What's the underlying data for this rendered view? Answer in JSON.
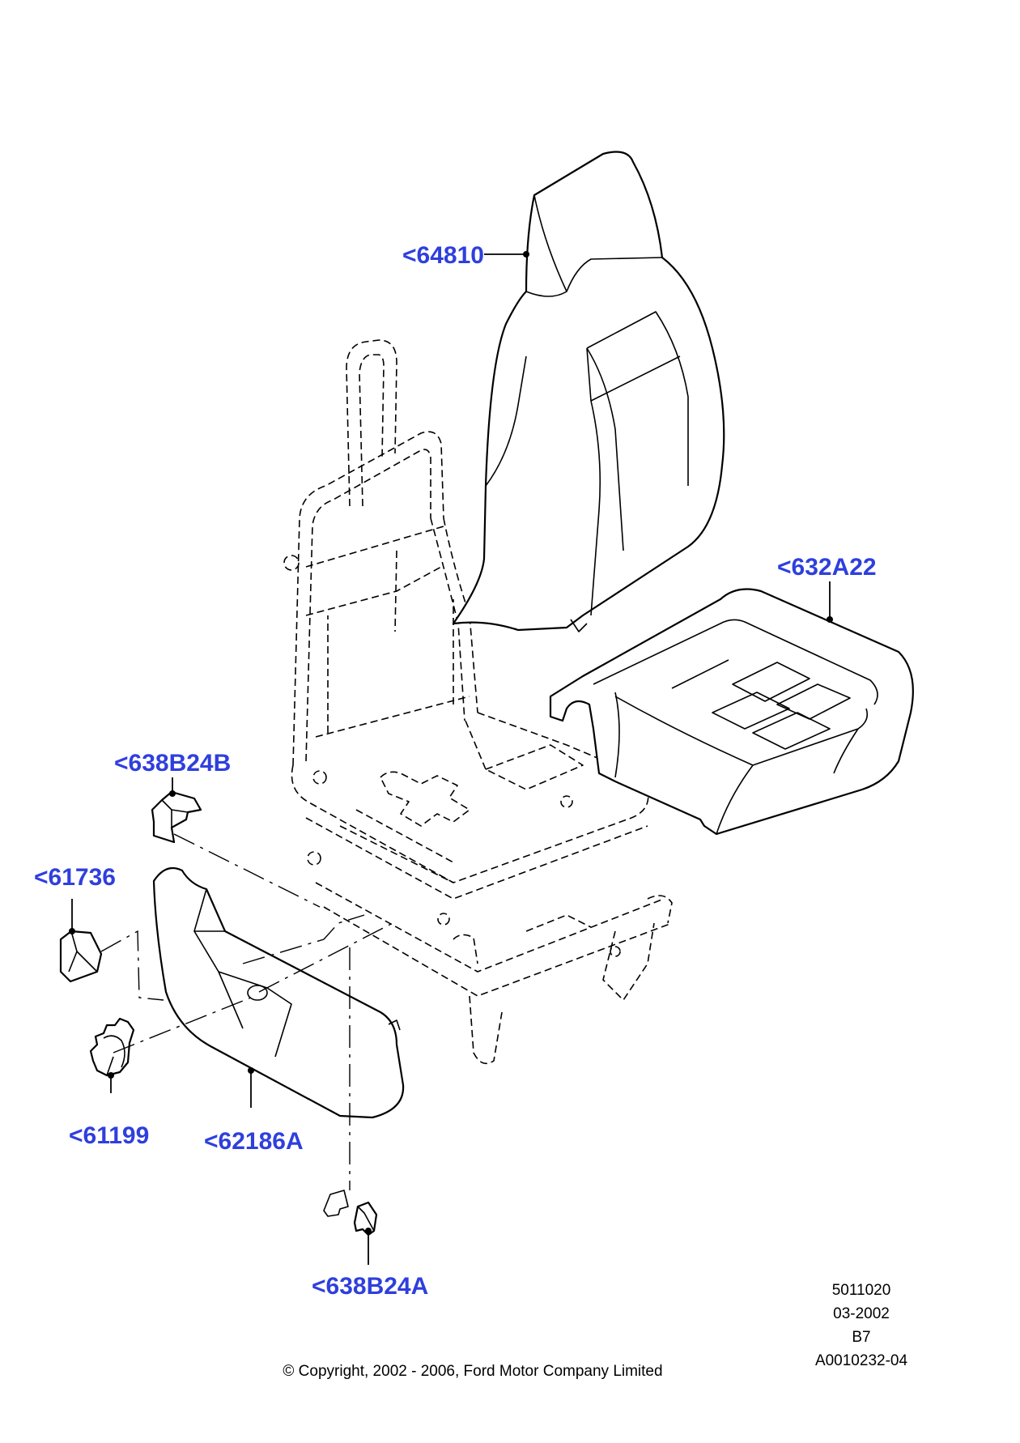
{
  "callouts": {
    "headrest_cover": "<64810",
    "cushion_cover": "<632A22",
    "clip_upper": "<638B24B",
    "handle": "<61736",
    "knob": "<61199",
    "side_shield": "<62186A",
    "clip_lower": "<638B24A"
  },
  "meta": {
    "code": "5011020",
    "date": "03-2002",
    "sheet": "B7",
    "ref": "A0010232-04"
  },
  "copyright": "© Copyright, 2002 - 2006, Ford Motor Company Limited",
  "colors": {
    "label": "#2f3fdd",
    "line": "#000000"
  }
}
